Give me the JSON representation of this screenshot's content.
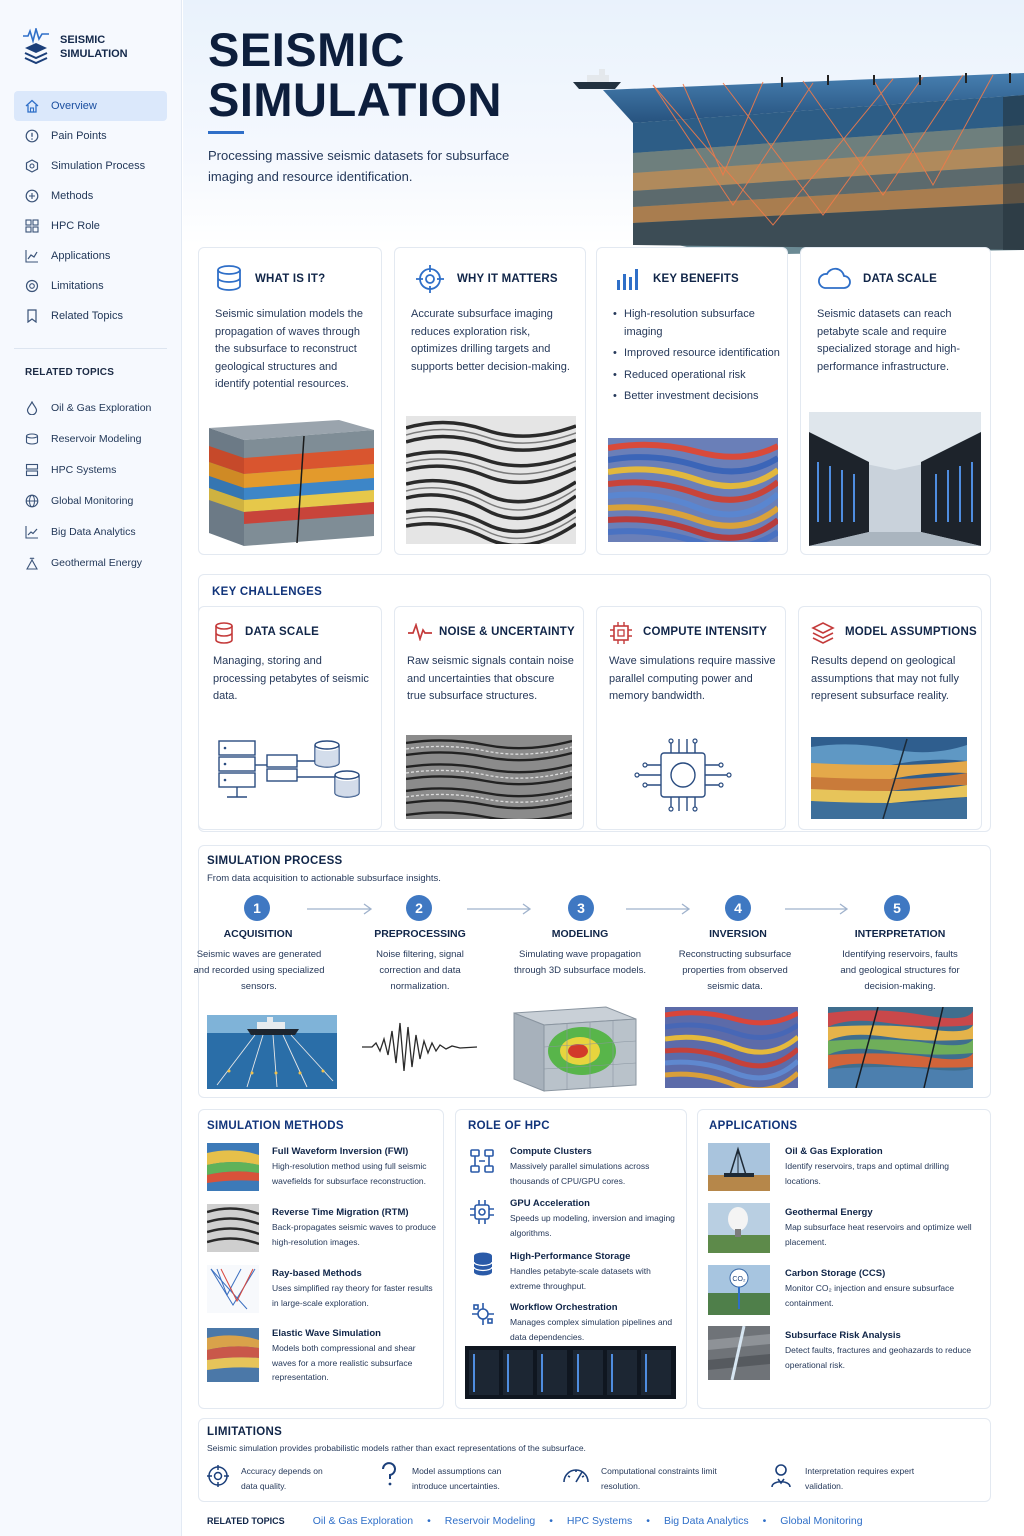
{
  "brand": {
    "line1": "SEISMIC",
    "line2": "SIMULATION"
  },
  "nav": [
    {
      "label": "Overview",
      "icon": "home-icon",
      "active": true
    },
    {
      "label": "Pain Points",
      "icon": "alert-icon"
    },
    {
      "label": "Simulation Process",
      "icon": "process-icon"
    },
    {
      "label": "Methods",
      "icon": "methods-icon"
    },
    {
      "label": "HPC Role",
      "icon": "grid-icon"
    },
    {
      "label": "Applications",
      "icon": "chart-icon"
    },
    {
      "label": "Limitations",
      "icon": "limits-icon"
    },
    {
      "label": "Related Topics",
      "icon": "bookmark-icon"
    }
  ],
  "sidebar_related": {
    "heading": "RELATED TOPICS",
    "items": [
      "Oil & Gas Exploration",
      "Reservoir Modeling",
      "HPC Systems",
      "Global Monitoring",
      "Big Data Analytics",
      "Geothermal Energy"
    ]
  },
  "hero": {
    "title": "SEISMIC\nSIMULATION",
    "subtitle": "Processing massive seismic datasets for subsurface imaging and resource identification."
  },
  "overview": [
    {
      "title": "WHAT IS IT?",
      "icon": "database-icon",
      "text": "Seismic simulation models the propagation of waves through the subsurface to reconstruct geological structures and identify potential resources."
    },
    {
      "title": "WHY IT MATTERS",
      "icon": "target-icon",
      "text": "Accurate subsurface imaging reduces exploration risk, optimizes drilling targets and supports better decision-making."
    },
    {
      "title": "KEY BENEFITS",
      "icon": "bar-chart-icon",
      "bullets": [
        "High-resolution subsurface imaging",
        "Improved resource identification",
        "Reduced operational risk",
        "Better investment decisions"
      ]
    },
    {
      "title": "DATA SCALE",
      "icon": "cloud-icon",
      "text": "Seismic datasets can reach petabyte scale and require specialized storage and high-performance infrastructure."
    }
  ],
  "challenges": {
    "heading": "KEY CHALLENGES",
    "items": [
      {
        "title": "DATA SCALE",
        "icon": "database-icon",
        "text": "Managing, storing and processing petabytes of seismic data."
      },
      {
        "title": "NOISE & UNCERTAINTY",
        "icon": "pulse-icon",
        "text": "Raw seismic signals contain noise and uncertainties that obscure true subsurface structures."
      },
      {
        "title": "COMPUTE INTENSITY",
        "icon": "chip-icon",
        "text": "Wave simulations require massive parallel computing power and memory bandwidth."
      },
      {
        "title": "MODEL ASSUMPTIONS",
        "icon": "layers-icon",
        "text": "Results depend on geological assumptions that may not fully represent subsurface reality."
      }
    ]
  },
  "process": {
    "heading": "SIMULATION PROCESS",
    "subheading": "From data acquisition to actionable subsurface insights.",
    "steps": [
      {
        "num": "1",
        "label": "ACQUISITION",
        "desc": "Seismic waves are generated and recorded using specialized sensors."
      },
      {
        "num": "2",
        "label": "PREPROCESSING",
        "desc": "Noise filtering, signal correction and data normalization."
      },
      {
        "num": "3",
        "label": "MODELING",
        "desc": "Simulating wave propagation through 3D subsurface models."
      },
      {
        "num": "4",
        "label": "INVERSION",
        "desc": "Reconstructing subsurface properties from observed seismic data."
      },
      {
        "num": "5",
        "label": "INTERPRETATION",
        "desc": "Identifying reservoirs, faults and geological structures for decision-making."
      }
    ]
  },
  "methods": {
    "heading": "SIMULATION METHODS",
    "items": [
      {
        "title": "Full Waveform Inversion (FWI)",
        "desc": "High-resolution method using full seismic wavefields for subsurface reconstruction."
      },
      {
        "title": "Reverse Time Migration (RTM)",
        "desc": "Back-propagates seismic waves to produce high-resolution images."
      },
      {
        "title": "Ray-based Methods",
        "desc": "Uses simplified ray theory for faster results in large-scale exploration."
      },
      {
        "title": "Elastic Wave Simulation",
        "desc": "Models both compressional and shear waves for a more realistic subsurface representation."
      }
    ]
  },
  "hpc": {
    "heading": "ROLE OF HPC",
    "items": [
      {
        "title": "Compute Clusters",
        "icon": "cluster-icon",
        "desc": "Massively parallel simulations across thousands of CPU/GPU cores."
      },
      {
        "title": "GPU Acceleration",
        "icon": "gpu-icon",
        "desc": "Speeds up modeling, inversion and imaging algorithms."
      },
      {
        "title": "High-Performance Storage",
        "icon": "storage-icon",
        "desc": "Handles petabyte-scale datasets with extreme throughput."
      },
      {
        "title": "Workflow Orchestration",
        "icon": "workflow-icon",
        "desc": "Manages complex simulation pipelines and data dependencies."
      }
    ]
  },
  "applications": {
    "heading": "APPLICATIONS",
    "items": [
      {
        "title": "Oil & Gas Exploration",
        "desc": "Identify reservoirs, traps and optimal drilling locations."
      },
      {
        "title": "Geothermal Energy",
        "desc": "Map subsurface heat reservoirs and optimize well placement."
      },
      {
        "title": "Carbon Storage (CCS)",
        "desc": "Monitor CO₂ injection and ensure subsurface containment.",
        "badge": "CO₂"
      },
      {
        "title": "Subsurface Risk Analysis",
        "desc": "Detect faults, fractures and geohazards to reduce operational risk."
      }
    ]
  },
  "limitations": {
    "heading": "LIMITATIONS",
    "subheading": "Seismic simulation provides probabilistic models rather than exact representations of the subsurface.",
    "items": [
      {
        "icon": "target-icon",
        "text": "Accuracy depends on data quality."
      },
      {
        "icon": "question-icon",
        "text": "Model assumptions can introduce uncertainties."
      },
      {
        "icon": "gauge-icon",
        "text": "Computational constraints limit resolution."
      },
      {
        "icon": "expert-icon",
        "text": "Interpretation requires expert validation."
      }
    ]
  },
  "footer": {
    "label": "RELATED TOPICS",
    "links": [
      "Oil & Gas Exploration",
      "Reservoir Modeling",
      "HPC Systems",
      "Big Data Analytics",
      "Global Monitoring"
    ]
  },
  "colors": {
    "accent": "#2f6fc8",
    "heading": "#11347a",
    "step": "#3f78c2",
    "danger": "#c43b3b"
  }
}
